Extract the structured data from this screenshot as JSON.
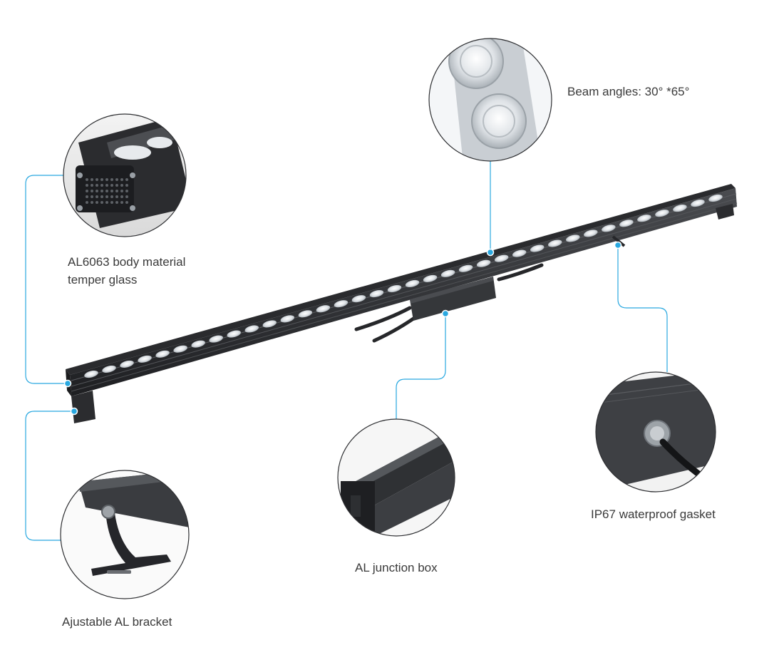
{
  "callouts": {
    "beam": {
      "label": "Beam angles: 30°  *65°"
    },
    "body": {
      "line1": "AL6063 body material",
      "line2": "temper glass"
    },
    "junction": {
      "label": "AL junction box"
    },
    "gasket": {
      "label": "IP67 waterproof gasket"
    },
    "bracket": {
      "label": "Ajustable AL bracket"
    }
  },
  "colors": {
    "leader": "#29a8e0",
    "housing": "#3b3d40",
    "housing_dark": "#232427",
    "lens": "#e9ecef",
    "text": "#3a3a3a"
  }
}
